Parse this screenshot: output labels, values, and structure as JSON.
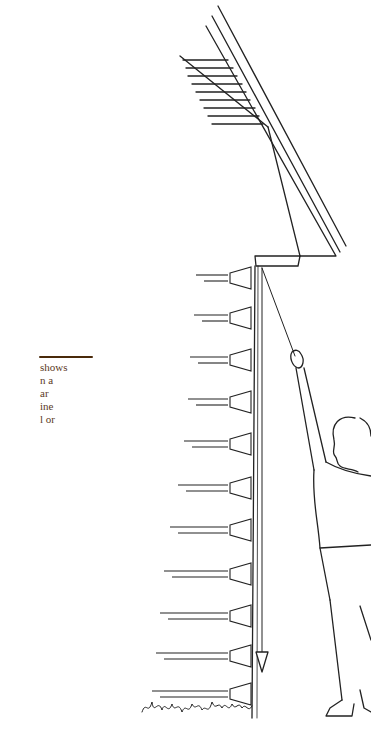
{
  "diagram": {
    "labels": [
      "shows",
      "n a",
      "ar",
      "ine",
      "l or"
    ]
  }
}
